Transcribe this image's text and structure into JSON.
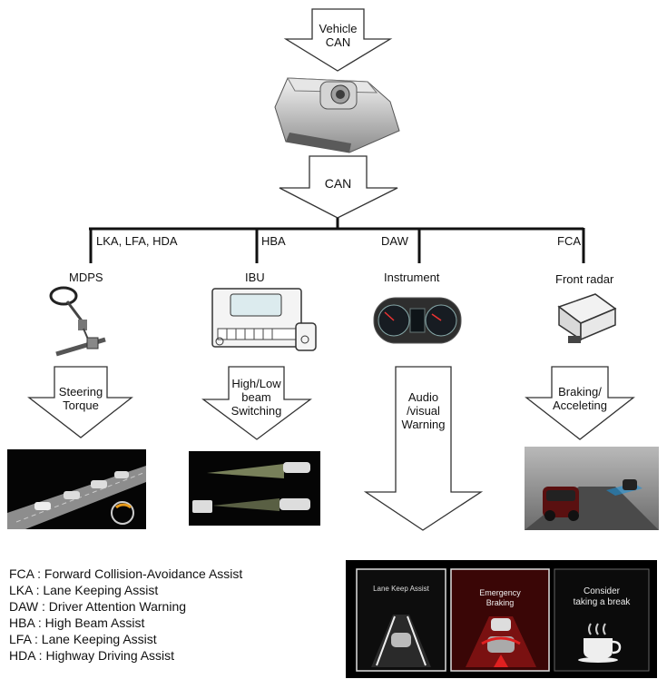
{
  "top_arrow": {
    "line1": "Vehicle",
    "line2": "CAN"
  },
  "can_arrow": {
    "label": "CAN"
  },
  "bus_labels": [
    "LKA, LFA, HDA",
    "HBA",
    "DAW",
    "FCA"
  ],
  "components": [
    {
      "name": "MDPS",
      "action_lines": [
        "Steering",
        "Torque"
      ]
    },
    {
      "name": "IBU",
      "action_lines": [
        "High/Low",
        "beam",
        "Switching"
      ]
    },
    {
      "name": "Instrument",
      "action_lines": [
        "Audio",
        "/visual",
        "Warning"
      ]
    },
    {
      "name": "Front radar",
      "action_lines": [
        "Braking/",
        "Acceleting"
      ]
    }
  ],
  "cluster_panels": [
    {
      "title_lines": [
        "Lane Keep Assist"
      ]
    },
    {
      "title_lines": [
        "Emergency",
        "Braking"
      ]
    },
    {
      "title_lines": [
        "Consider",
        "taking a break"
      ]
    }
  ],
  "legend": [
    "FCA : Forward Collision-Avoidance Assist",
    "LKA : Lane Keeping Assist",
    "DAW : Driver Attention Warning",
    "HBA : High Beam Assist",
    "LFA : Lane Keeping Assist",
    "HDA : Highway Driving Assist"
  ],
  "colors": {
    "line": "#111111",
    "arrow_fill": "#ffffff",
    "panel_bg": "#000000",
    "emergency_red": "#c8201f"
  }
}
